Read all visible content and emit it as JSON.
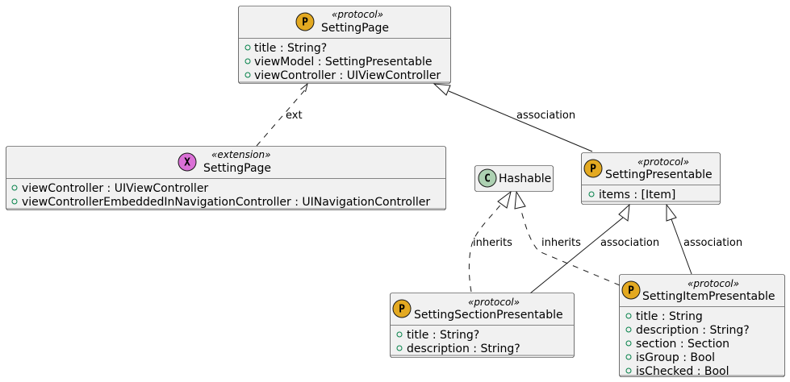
{
  "colors": {
    "protocol_badge": "#E3A921",
    "extension_badge": "#DA70D6",
    "class_badge": "#ADD1B2",
    "box_fill": "#F1F1F1",
    "line": "#181818",
    "visibility": "#038048"
  },
  "nodes": {
    "setting_page": {
      "badge": "P",
      "stereotype": "«protocol»",
      "name": "SettingPage",
      "members": [
        "title : String?",
        "viewModel : SettingPresentable",
        "viewController : UIViewController"
      ]
    },
    "setting_page_ext": {
      "badge": "X",
      "stereotype": "«extension»",
      "name": "SettingPage",
      "members": [
        "viewController : UIViewController",
        "viewControllerEmbeddedInNavigationController : UINavigationController"
      ]
    },
    "hashable": {
      "badge": "C",
      "name": "Hashable"
    },
    "setting_presentable": {
      "badge": "P",
      "stereotype": "«protocol»",
      "name": "SettingPresentable",
      "members": [
        "items : [Item]"
      ]
    },
    "section_presentable": {
      "badge": "P",
      "stereotype": "«protocol»",
      "name": "SettingSectionPresentable",
      "members": [
        "title : String?",
        "description : String?"
      ]
    },
    "item_presentable": {
      "badge": "P",
      "stereotype": "«protocol»",
      "name": "SettingItemPresentable",
      "members": [
        "title : String",
        "description : String?",
        "section : Section",
        "isGroup : Bool",
        "isChecked : Bool"
      ]
    }
  },
  "edges": {
    "ext_label": "ext",
    "page_presentable_label": "association",
    "section_hashable_label": "inherits",
    "item_hashable_label": "inherits",
    "section_presentable_label": "association",
    "item_presentable_label": "association"
  }
}
